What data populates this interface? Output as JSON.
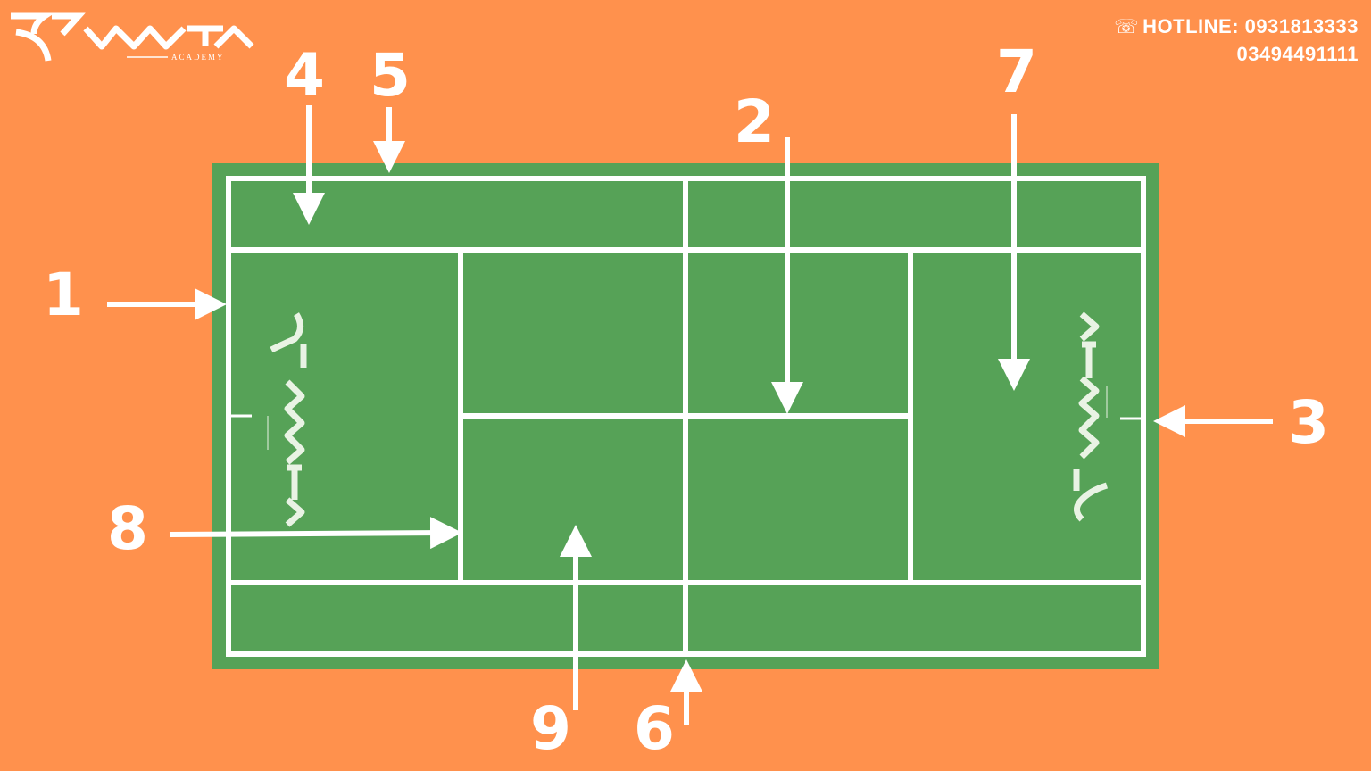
{
  "brand": {
    "name": "VNTA",
    "subtitle": "ACADEMY"
  },
  "hotline": {
    "label": "HOTLINE: 0931813333",
    "second_number": "03494491111",
    "icon": "phone-icon"
  },
  "colors": {
    "background": "#FF914D",
    "court": "#56A257",
    "lines": "#FFFFFF"
  },
  "callouts": [
    "1",
    "2",
    "3",
    "4",
    "5",
    "6",
    "7",
    "8",
    "9"
  ]
}
